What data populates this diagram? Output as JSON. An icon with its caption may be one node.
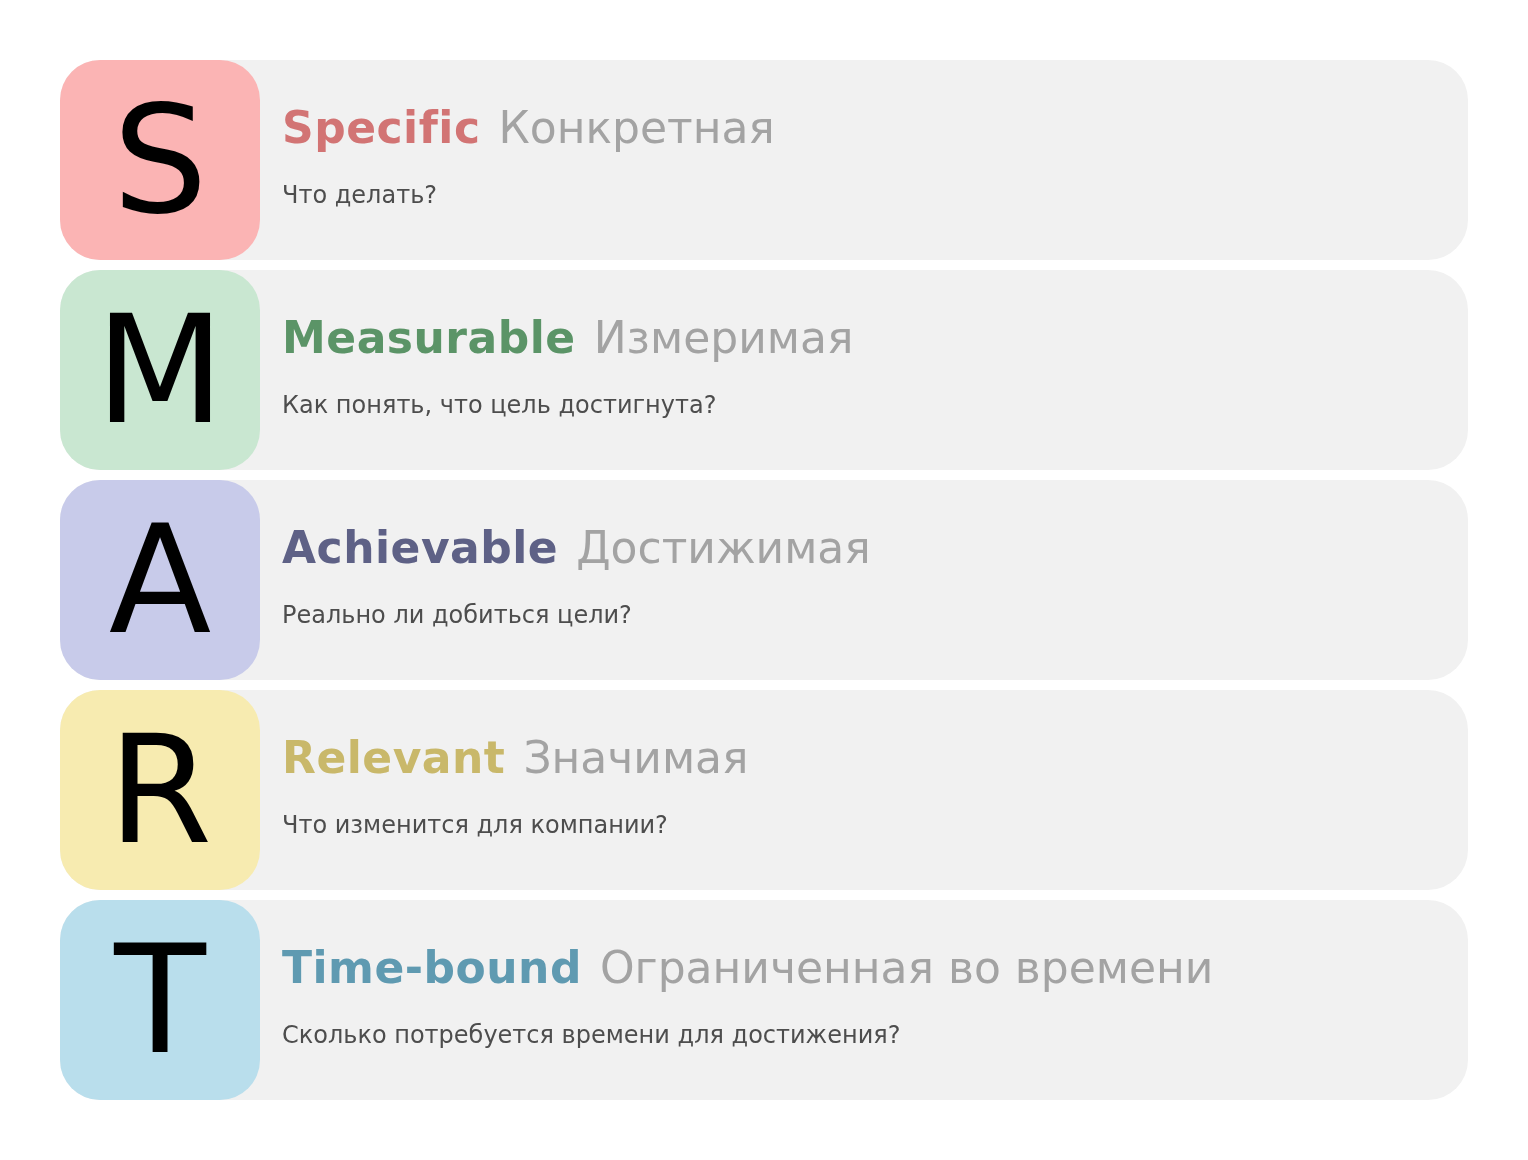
{
  "diagram": {
    "nodes": [
      {
        "text": [
          "Specific",
          "Конкретная",
          "Что делать?"
        ]
      },
      {
        "text": [
          "S"
        ],
        "in": 0
      },
      {
        "text": [
          "Measurable",
          "Измеримая",
          "Как понять, что цель достигнута?"
        ]
      },
      {
        "text": [
          "M"
        ],
        "in": 2
      },
      {
        "text": [
          "Achievable",
          "Достижимая",
          "Реально ли добиться цели?"
        ]
      },
      {
        "text": [
          "A"
        ],
        "in": 4
      },
      {
        "text": [
          "Relevant",
          "Значимая",
          "Что изменится для компании?"
        ]
      },
      {
        "text": [
          "R"
        ],
        "in": 6
      },
      {
        "text": [
          "Time-bound",
          "Ограниченная во времени",
          "Сколько потребуется времени для достижения?"
        ]
      },
      {
        "text": [
          "T"
        ],
        "in": 8
      }
    ]
  }
}
